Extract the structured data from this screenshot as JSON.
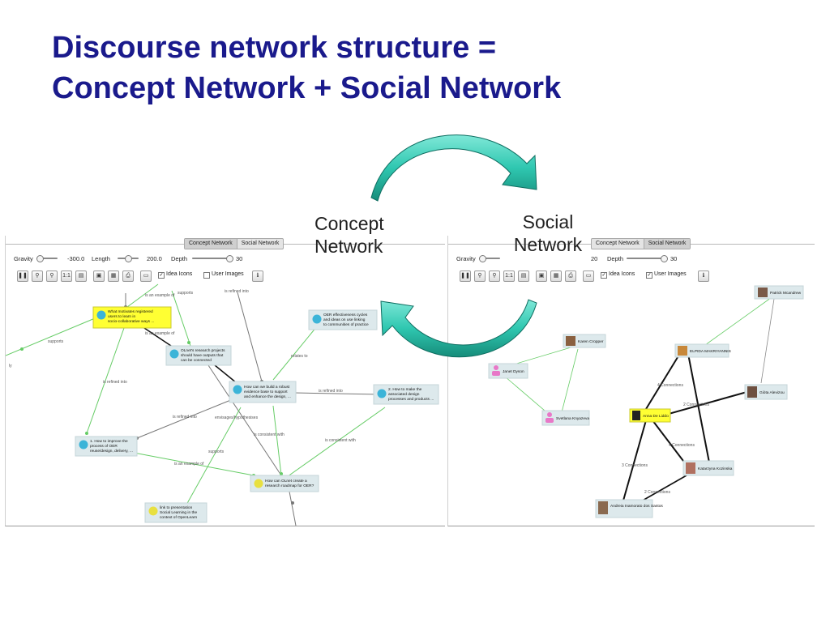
{
  "title": {
    "line1": "Discourse network structure =",
    "line2": "Concept Network + Social Network"
  },
  "labels": {
    "concept_line1": "Concept",
    "concept_line2": "Network",
    "social_line1": "Social",
    "social_line2": "Network"
  },
  "colors": {
    "title": "#1a1a8c",
    "arrow": "#2fc7b0",
    "link_green": "#66cc66",
    "link_grey": "#777777",
    "link_black": "#111111",
    "node_fill": "#dde9ec",
    "node_highlight": "#ffff33"
  },
  "left_panel": {
    "tabs": [
      "Concept Network",
      "Social Network"
    ],
    "active_tab": 0,
    "gravity_label": "Gravity",
    "gravity_value": "-300.0",
    "length_label": "Length",
    "length_value": "200.0",
    "depth_label": "Depth",
    "depth_value": "30",
    "toolbar_buttons": [
      "pause-icon",
      "zoom-in-icon",
      "zoom-out-icon",
      "1:1",
      "page-icon",
      "lock-icon",
      "save-icon",
      "print-icon",
      "window-icon"
    ],
    "idea_icons_label": "Idea Icons",
    "idea_icons_checked": true,
    "user_images_label": "User Images",
    "user_images_checked": false,
    "nodes": [
      {
        "lines": [
          "What motivates registered",
          "users to learn in",
          "socio-collaborative ways ..."
        ],
        "highlight": true
      },
      {
        "lines": [
          "OLnet's research projects",
          "should have outputs that",
          "can be connected"
        ],
        "highlight": false
      },
      {
        "lines": [
          "OER effectiveness cycles",
          "and ideas on use linking",
          "to communities of practice"
        ],
        "highlight": false
      },
      {
        "lines": [
          "How can we build a robust",
          "evidence base to support",
          "and enhance the design, ..."
        ],
        "highlight": false
      },
      {
        "lines": [
          "2. How to make the",
          "associated design",
          "processes and products ..."
        ],
        "highlight": false
      },
      {
        "lines": [
          "1. How to improve the",
          "process of OER",
          "reuse/design, delivery, ..."
        ],
        "highlight": false
      },
      {
        "lines": [
          "How can OLnet create a",
          "research roadmap for OER?"
        ],
        "highlight": false
      },
      {
        "lines": [
          "link to presentation",
          "Social Learning in the",
          "context of OpenLearn"
        ],
        "highlight": false
      }
    ],
    "link_labels": [
      "supports",
      "is refined into",
      "is an example of",
      "is an example of",
      "supports",
      "relates to",
      "is refined into",
      "is refined into",
      "is refined into",
      "envisages/hypothesises",
      "is consistent with",
      "is consistent with",
      "supports",
      "is an example of"
    ]
  },
  "right_panel": {
    "tabs": [
      "Concept Network",
      "Social Network"
    ],
    "active_tab": 1,
    "gravity_label": "Gravity",
    "length_value_partial": "20",
    "depth_label": "Depth",
    "depth_value": "30",
    "idea_icons_label": "Idea Icons",
    "idea_icons_checked": true,
    "user_images_label": "User Images",
    "user_images_checked": true,
    "nodes": [
      {
        "name": "Patrick Mcandrew",
        "highlight": false
      },
      {
        "name": "Karen Cropper",
        "highlight": false
      },
      {
        "name": "ELPIDA MAKRIYANNIS",
        "highlight": false
      },
      {
        "name": "Janet Dyson",
        "highlight": false
      },
      {
        "name": "Giòta Alevizou",
        "highlight": false
      },
      {
        "name": "Svetlana Knyazeva",
        "highlight": false
      },
      {
        "name": "Anna De Liddo",
        "highlight": true
      },
      {
        "name": "Katarzyna Kozinska",
        "highlight": false
      },
      {
        "name": "Andreia Inamorato dos Santos",
        "highlight": false
      }
    ],
    "link_labels": [
      "4 Connections",
      "2 Connections",
      "4 Connections",
      "3 Connections",
      "2 Connections"
    ]
  }
}
